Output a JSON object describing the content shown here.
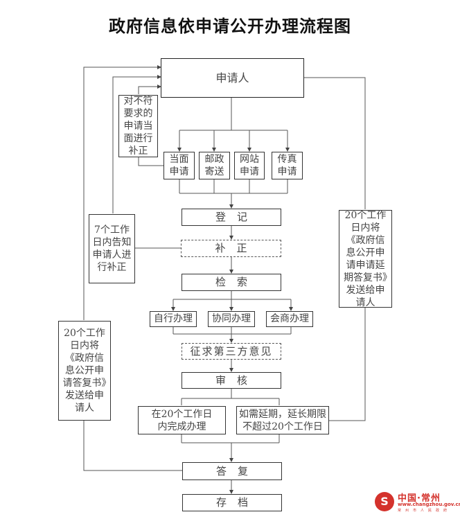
{
  "title": "政府信息依申请公开办理流程图",
  "nodes": {
    "applicant": "申请人",
    "correction_on_site": "对不符要求的申请当面进行补正",
    "channels": [
      "当面申请",
      "邮政寄送",
      "网站申请",
      "传真申请"
    ],
    "register": "登记",
    "correction": "补正",
    "notify_correction": "7个工作日内告知申请人进行补正",
    "retrieve": "检索",
    "handling": [
      "自行办理",
      "协同办理",
      "会商办理"
    ],
    "third_party": "征求第三方意见",
    "review": "审核",
    "complete_in_20": "在20个工作日内完成办理",
    "extension": "如需延期，延长期限不超过20个工作日",
    "reply_left": "20个工作日内将《政府信息公开申请答复书》发送给申请人",
    "extension_notice": "20个工作日内将《政府信息公开申请申请延期答复书》发送给申请人",
    "reply": "答复",
    "archive": "存档"
  },
  "logo": {
    "main": "中国·常州",
    "url": "www.changzhou.gov.cn",
    "sub": "常州市人民政府"
  },
  "colors": {
    "line": "#333333",
    "accent": "#d4322c"
  }
}
